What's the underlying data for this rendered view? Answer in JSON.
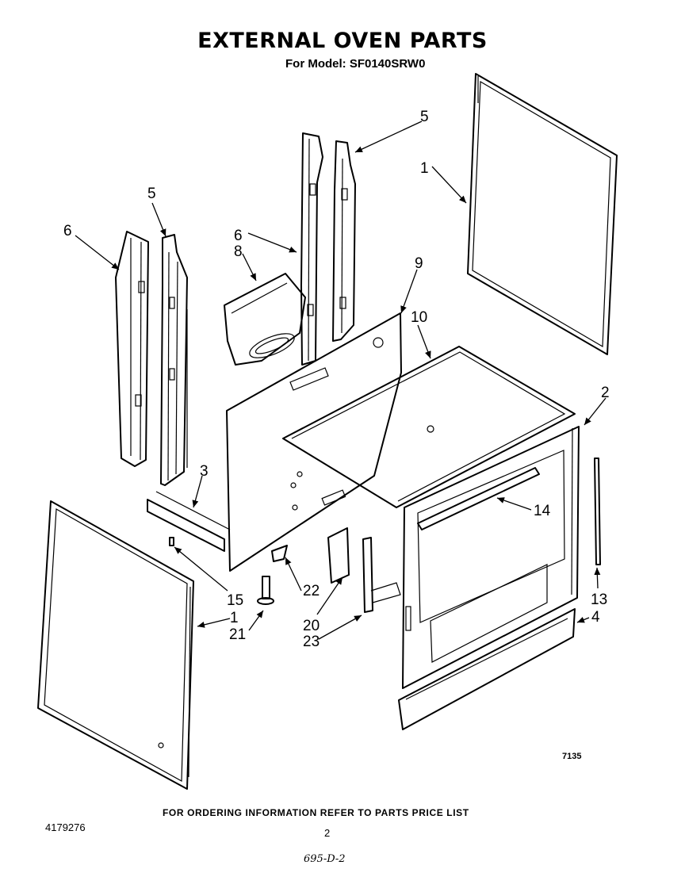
{
  "header": {
    "title": "EXTERNAL OVEN PARTS",
    "model_line": "For Model: SF0140SRW0"
  },
  "diagram": {
    "callouts": {
      "c1_right": "1",
      "c1_left": "1",
      "c2": "2",
      "c3": "3",
      "c4": "4",
      "c5_left": "5",
      "c5_right": "5",
      "c6_left": "6",
      "c6_center": "6",
      "c8": "8",
      "c9": "9",
      "c10": "10",
      "c13": "13",
      "c14": "14",
      "c15": "15",
      "c20": "20",
      "c21": "21",
      "c22": "22",
      "c23": "23"
    },
    "figure_number": "7135"
  },
  "footer": {
    "ordering_note": "FOR ORDERING INFORMATION REFER TO PARTS PRICE LIST",
    "document_number": "4179276",
    "page_number": "2",
    "handwritten_note": "695-D-2"
  }
}
